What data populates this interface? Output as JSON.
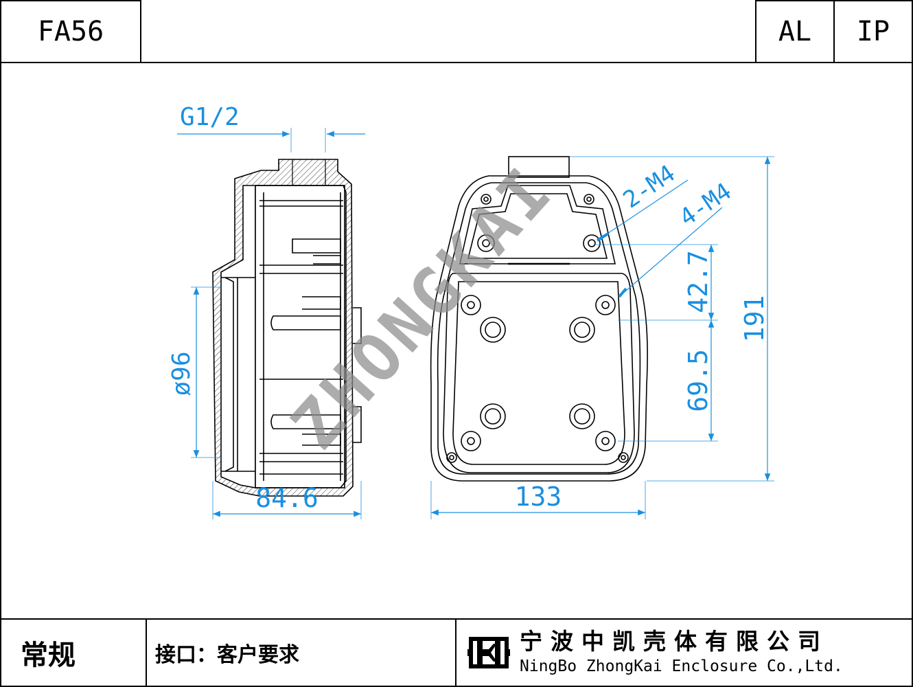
{
  "header": {
    "model": "FA56",
    "material": "AL",
    "rating": "IP"
  },
  "dimensions": {
    "thread": "G1/2",
    "diameter": "ø96",
    "depth": "84.6",
    "width": "133",
    "height": "191",
    "upper_spacing": "42.7",
    "lower_spacing": "69.5",
    "holes_a": "2-M4",
    "holes_b": "4-M4"
  },
  "watermark": "ZHONGKAI",
  "footer": {
    "type": "常规",
    "note": "接口：客户要求",
    "company_cn": "宁波中凯壳体有限公司",
    "company_en": "NingBo ZhongKai Enclosure Co.,Ltd."
  },
  "colors": {
    "dimension": "#1a8fe0",
    "line": "#000000",
    "watermark": "#8c8c8c"
  }
}
